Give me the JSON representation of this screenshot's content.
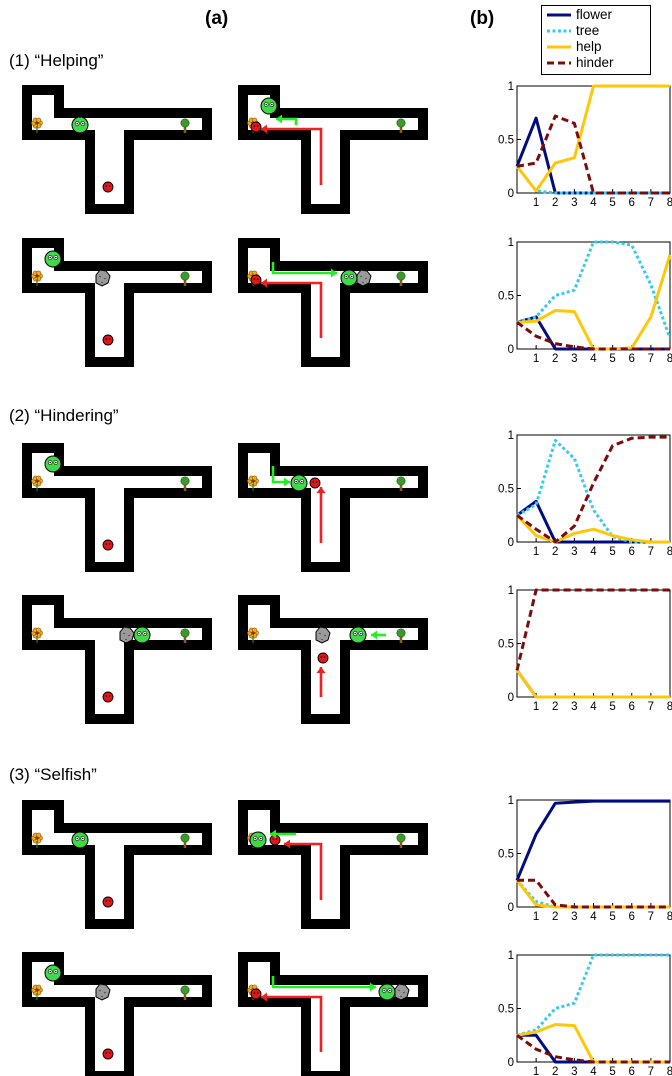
{
  "header_a": "(a)",
  "header_b": "(b)",
  "sections": [
    "(1)  “Helping”",
    "(2)  “Hindering”",
    "(3)  “Selfish”"
  ],
  "legend": [
    {
      "label": "flower",
      "color": "#000c80",
      "style": "solid"
    },
    {
      "label": "tree",
      "color": "#33ccee",
      "style": "dotted"
    },
    {
      "label": "help",
      "color": "#ffc70a",
      "style": "solid"
    },
    {
      "label": "hinder",
      "color": "#7a0c0c",
      "style": "dashed"
    }
  ],
  "scenario_icons": {
    "flower": "flower-icon",
    "tree": "tree-icon",
    "green_agent": "green-agent-icon",
    "red_agent": "red-agent-icon",
    "boulder": "boulder-icon"
  },
  "chart_data": [
    {
      "type": "line",
      "x": [
        0,
        1,
        2,
        3,
        4,
        5,
        6,
        7,
        8
      ],
      "x_ticks": [
        "1",
        "2",
        "3",
        "4",
        "5",
        "6",
        "7",
        "8"
      ],
      "y_ticks": [
        "0",
        "0.5",
        "1"
      ],
      "ylim": [
        0,
        1
      ],
      "series": [
        {
          "name": "flower",
          "values": [
            0.25,
            0.7,
            0.0,
            0.0,
            0.0,
            0.0,
            0.0,
            0.0,
            0.0
          ]
        },
        {
          "name": "tree",
          "values": [
            0.25,
            0.02,
            0.0,
            0.0,
            0.0,
            0.0,
            0.0,
            0.0,
            0.0
          ]
        },
        {
          "name": "help",
          "values": [
            0.25,
            0.02,
            0.28,
            0.33,
            1.0,
            1.0,
            1.0,
            1.0,
            1.0
          ]
        },
        {
          "name": "hinder",
          "values": [
            0.25,
            0.28,
            0.72,
            0.65,
            0.0,
            0.0,
            0.0,
            0.0,
            0.0
          ]
        }
      ]
    },
    {
      "type": "line",
      "x": [
        0,
        1,
        2,
        3,
        4,
        5,
        6,
        7,
        8
      ],
      "x_ticks": [
        "1",
        "2",
        "3",
        "4",
        "5",
        "6",
        "7",
        "8"
      ],
      "y_ticks": [
        "0",
        "0.5",
        "1"
      ],
      "ylim": [
        0,
        1
      ],
      "series": [
        {
          "name": "flower",
          "values": [
            0.25,
            0.3,
            0.0,
            0.0,
            0.0,
            0.0,
            0.0,
            0.0,
            0.0
          ]
        },
        {
          "name": "tree",
          "values": [
            0.25,
            0.3,
            0.5,
            0.55,
            1.0,
            1.0,
            0.97,
            0.6,
            0.1
          ]
        },
        {
          "name": "help",
          "values": [
            0.25,
            0.26,
            0.36,
            0.35,
            0.0,
            0.0,
            0.01,
            0.3,
            0.88
          ]
        },
        {
          "name": "hinder",
          "values": [
            0.25,
            0.12,
            0.05,
            0.02,
            0.0,
            0.0,
            0.0,
            0.0,
            0.0
          ]
        }
      ]
    },
    {
      "type": "line",
      "x": [
        0,
        1,
        2,
        3,
        4,
        5,
        6,
        7,
        8
      ],
      "x_ticks": [
        "1",
        "2",
        "3",
        "4",
        "5",
        "6",
        "7",
        "8"
      ],
      "y_ticks": [
        "0",
        "0.5",
        "1"
      ],
      "ylim": [
        0,
        1
      ],
      "series": [
        {
          "name": "flower",
          "values": [
            0.25,
            0.38,
            0.0,
            0.0,
            0.0,
            0.0,
            0.0,
            0.0,
            0.0
          ]
        },
        {
          "name": "tree",
          "values": [
            0.25,
            0.35,
            0.95,
            0.78,
            0.3,
            0.05,
            0.0,
            0.0,
            0.0
          ]
        },
        {
          "name": "help",
          "values": [
            0.25,
            0.06,
            0.0,
            0.08,
            0.12,
            0.06,
            0.02,
            0.0,
            0.0
          ]
        },
        {
          "name": "hinder",
          "values": [
            0.25,
            0.12,
            0.0,
            0.15,
            0.55,
            0.9,
            0.97,
            0.98,
            0.98
          ]
        }
      ]
    },
    {
      "type": "line",
      "x": [
        0,
        1,
        2,
        3,
        4,
        5,
        6,
        7,
        8
      ],
      "x_ticks": [
        "1",
        "2",
        "3",
        "4",
        "5",
        "6",
        "7",
        "8"
      ],
      "y_ticks": [
        "0",
        "0.5",
        "1"
      ],
      "ylim": [
        0,
        1
      ],
      "series": [
        {
          "name": "flower",
          "values": [
            0.25,
            0.0,
            0.0,
            0.0,
            0.0,
            0.0,
            0.0,
            0.0,
            0.0
          ]
        },
        {
          "name": "tree",
          "values": [
            0.25,
            0.0,
            0.0,
            0.0,
            0.0,
            0.0,
            0.0,
            0.0,
            0.0
          ]
        },
        {
          "name": "help",
          "values": [
            0.25,
            0.0,
            0.0,
            0.0,
            0.0,
            0.0,
            0.0,
            0.0,
            0.0
          ]
        },
        {
          "name": "hinder",
          "values": [
            0.25,
            1.0,
            1.0,
            1.0,
            1.0,
            1.0,
            1.0,
            1.0,
            1.0
          ]
        }
      ]
    },
    {
      "type": "line",
      "x": [
        0,
        1,
        2,
        3,
        4,
        5,
        6,
        7,
        8
      ],
      "x_ticks": [
        "1",
        "2",
        "3",
        "4",
        "5",
        "6",
        "7",
        "8"
      ],
      "y_ticks": [
        "0",
        "0.5",
        "1"
      ],
      "ylim": [
        0,
        1
      ],
      "series": [
        {
          "name": "flower",
          "values": [
            0.25,
            0.68,
            0.97,
            0.98,
            0.99,
            0.99,
            0.99,
            0.99,
            0.99
          ]
        },
        {
          "name": "tree",
          "values": [
            0.25,
            0.05,
            0.0,
            0.0,
            0.0,
            0.0,
            0.0,
            0.0,
            0.0
          ]
        },
        {
          "name": "help",
          "values": [
            0.25,
            0.02,
            0.0,
            0.0,
            0.0,
            0.0,
            0.0,
            0.0,
            0.0
          ]
        },
        {
          "name": "hinder",
          "values": [
            0.25,
            0.25,
            0.02,
            0.0,
            0.0,
            0.0,
            0.0,
            0.0,
            0.0
          ]
        }
      ]
    },
    {
      "type": "line",
      "x": [
        0,
        1,
        2,
        3,
        4,
        5,
        6,
        7,
        8
      ],
      "x_ticks": [
        "1",
        "2",
        "3",
        "4",
        "5",
        "6",
        "7",
        "8"
      ],
      "y_ticks": [
        "0",
        "0.5",
        "1"
      ],
      "ylim": [
        0,
        1
      ],
      "series": [
        {
          "name": "flower",
          "values": [
            0.25,
            0.25,
            0.0,
            0.0,
            0.0,
            0.0,
            0.0,
            0.0,
            0.0
          ]
        },
        {
          "name": "tree",
          "values": [
            0.25,
            0.3,
            0.5,
            0.55,
            1.0,
            1.0,
            1.0,
            1.0,
            1.0
          ]
        },
        {
          "name": "help",
          "values": [
            0.25,
            0.28,
            0.35,
            0.34,
            0.0,
            0.0,
            0.0,
            0.0,
            0.0
          ]
        },
        {
          "name": "hinder",
          "values": [
            0.25,
            0.12,
            0.05,
            0.02,
            0.0,
            0.0,
            0.0,
            0.0,
            0.0
          ]
        }
      ]
    }
  ]
}
